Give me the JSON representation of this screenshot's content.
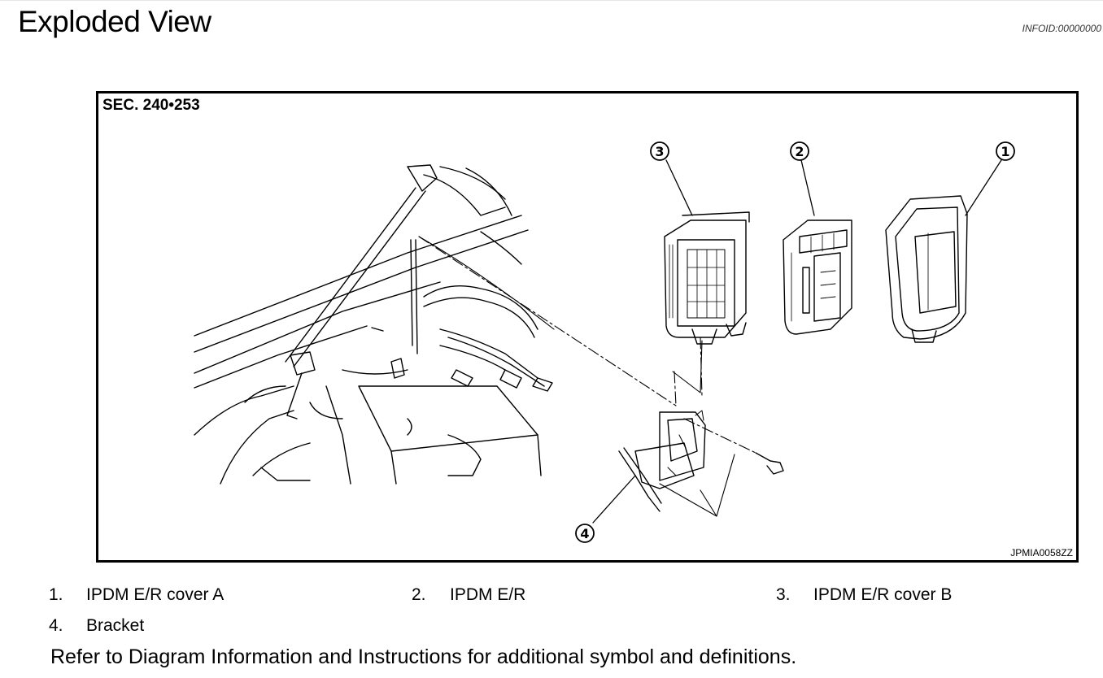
{
  "header": {
    "title": "Exploded View",
    "info_id": "INFOID:00000000"
  },
  "figure": {
    "section": "SEC. 240•253",
    "code": "JPMIA0058ZZ",
    "callouts": [
      "③",
      "②",
      "①",
      "④"
    ]
  },
  "legend": {
    "items": [
      {
        "num": "1.",
        "text": "IPDM E/R cover A"
      },
      {
        "num": "2.",
        "text": "IPDM E/R"
      },
      {
        "num": "3.",
        "text": "IPDM E/R cover B"
      },
      {
        "num": "4.",
        "text": "Bracket"
      }
    ]
  },
  "footnote": "Refer to  Diagram Information and Instructions for additional symbol and definitions."
}
